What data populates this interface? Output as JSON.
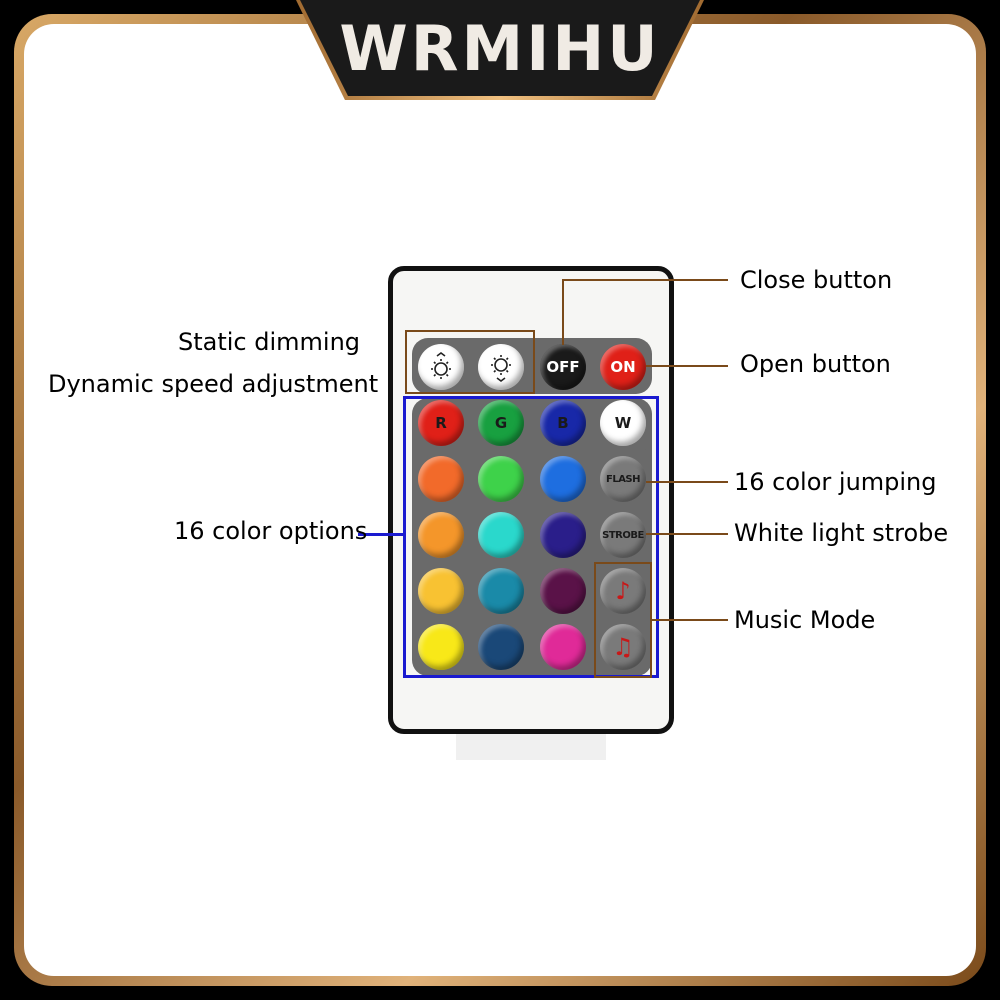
{
  "brand": "WRMIHU",
  "remote": {
    "dimmer_icons": [
      "brightness-up-icon",
      "brightness-down-icon"
    ],
    "off_label": "OFF",
    "on_label": "ON",
    "rgbw": [
      {
        "label": "R",
        "color": "#e02018",
        "text_color": "#1a1a1a"
      },
      {
        "label": "G",
        "color": "#18a040",
        "text_color": "#1a1a1a"
      },
      {
        "label": "B",
        "color": "#1828a8",
        "text_color": "#1a1a1a"
      },
      {
        "label": "W",
        "color": "#ffffff",
        "text_color": "#1a1a1a"
      }
    ],
    "color_grid": [
      [
        "#f26a2a",
        "#3ed24a",
        "#1e6ee0"
      ],
      [
        "#f4962a",
        "#2ad8cc",
        "#2a1e8a"
      ],
      [
        "#f8c232",
        "#1a8aa8",
        "#5a1248"
      ],
      [
        "#f8e818",
        "#1a4878",
        "#e02a98"
      ]
    ],
    "flash_label": "FLASH",
    "strobe_label": "STROBE",
    "music_icons": [
      "music-note-icon",
      "music-notes-icon"
    ]
  },
  "annotations": {
    "close_button": "Close button",
    "open_button": "Open button",
    "static_dimming": "Static dimming",
    "dynamic_speed": "Dynamic speed adjustment",
    "color_options": "16 color options",
    "color_jumping": "16 color jumping",
    "white_strobe": "White light strobe",
    "music_mode": "Music Mode"
  },
  "colors": {
    "frame_gold": "#d8a866",
    "highlight_brown": "#7a4a1a",
    "highlight_blue": "#1a1ad0",
    "off_button": "#1a1a1a",
    "on_button": "#e02018",
    "remote_panel": "#6a6a6a"
  }
}
